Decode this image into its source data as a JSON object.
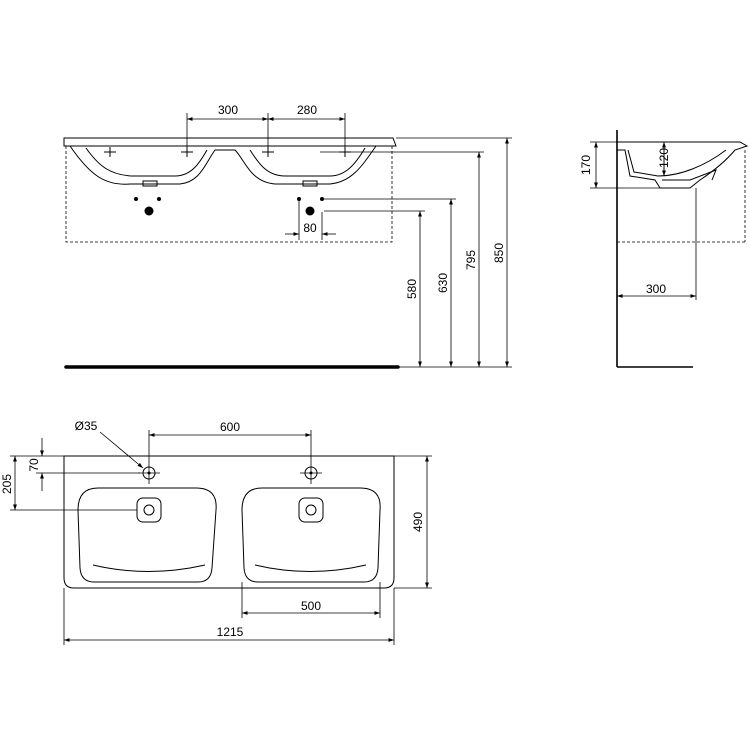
{
  "front_view": {
    "dim_tap_spacing_left": "300",
    "dim_tap_spacing_right": "280",
    "dim_waste_offset": "80",
    "dim_height_580": "580",
    "dim_height_630": "630",
    "dim_height_795": "795",
    "dim_height_850": "850"
  },
  "side_view": {
    "dim_height_170": "170",
    "dim_height_120": "120",
    "dim_depth_300": "300"
  },
  "plan_view": {
    "dim_hole_diameter": "Ø35",
    "dim_hole_spacing": "600",
    "dim_70": "70",
    "dim_205": "205",
    "dim_depth_490": "490",
    "dim_bowl_width": "500",
    "dim_total_width": "1215"
  }
}
